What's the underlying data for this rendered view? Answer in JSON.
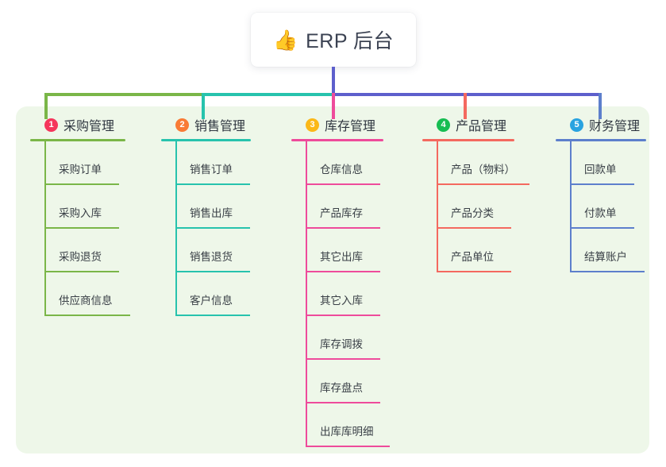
{
  "diagram": {
    "type": "mindmap",
    "root": {
      "icon": "thumbs-up-emoji",
      "icon_glyph": "👍",
      "title": "ERP 后台"
    },
    "panel_color": "#eef7e9",
    "branches": [
      {
        "number": "1",
        "badge_color": "#f5365c",
        "line_color": "#7ab648",
        "title": "采购管理",
        "rule_width": 120,
        "items": [
          {
            "label": "采购订单",
            "width": 94
          },
          {
            "label": "采购入库",
            "width": 94
          },
          {
            "label": "采购退货",
            "width": 94
          },
          {
            "label": "供应商信息",
            "width": 108
          }
        ]
      },
      {
        "number": "2",
        "badge_color": "#f97b35",
        "line_color": "#27c3ad",
        "title": "销售管理",
        "rule_width": 113,
        "items": [
          {
            "label": "销售订单",
            "width": 94
          },
          {
            "label": "销售出库",
            "width": 94
          },
          {
            "label": "销售退货",
            "width": 94
          },
          {
            "label": "客户信息",
            "width": 94
          }
        ]
      },
      {
        "number": "3",
        "badge_color": "#fbb818",
        "line_color": "#ee4b9b",
        "title": "库存管理",
        "rule_width": 116,
        "items": [
          {
            "label": "仓库信息",
            "width": 94
          },
          {
            "label": "产品库存",
            "width": 94
          },
          {
            "label": "其它出库",
            "width": 94
          },
          {
            "label": "其它入库",
            "width": 94
          },
          {
            "label": "库存调拨",
            "width": 94
          },
          {
            "label": "库存盘点",
            "width": 94
          },
          {
            "label": "出库库明细",
            "width": 106
          }
        ]
      },
      {
        "number": "4",
        "badge_color": "#17bd52",
        "line_color": "#f4695f",
        "title": "产品管理",
        "rule_width": 116,
        "items": [
          {
            "label": "产品（物料）",
            "width": 117
          },
          {
            "label": "产品分类",
            "width": 94
          },
          {
            "label": "产品单位",
            "width": 94
          }
        ]
      },
      {
        "number": "5",
        "badge_color": "#29a3e0",
        "line_color": "#5d7fcc",
        "title": "财务管理",
        "rule_width": 114,
        "items": [
          {
            "label": "回款单",
            "width": 81
          },
          {
            "label": "付款单",
            "width": 81
          },
          {
            "label": "结算账户",
            "width": 94
          }
        ]
      }
    ],
    "connector": {
      "stem_color": "#5d5fcc",
      "bus_segments": [
        {
          "color": "#7ab648"
        },
        {
          "color": "#27c3ad"
        },
        {
          "color": "#5d5fcc"
        }
      ]
    }
  }
}
